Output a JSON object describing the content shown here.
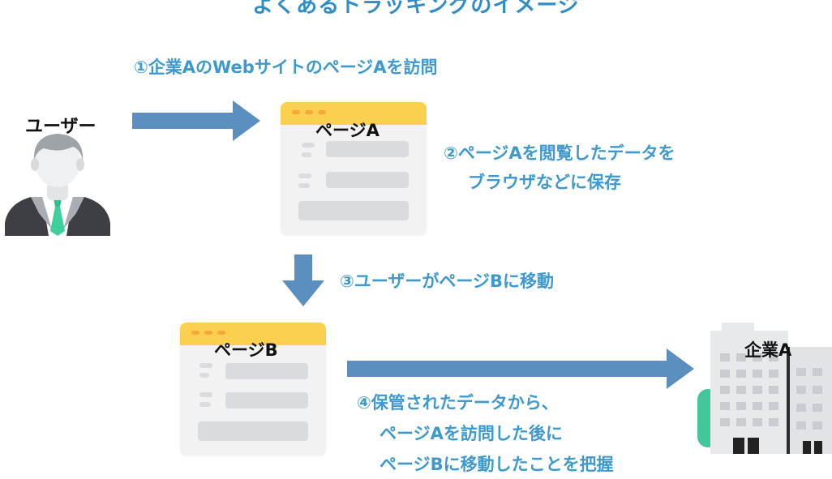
{
  "title": "よくあるトラッキングのイメージ",
  "steps": {
    "step1": "①企業AのWebサイトのページAを訪問",
    "step2_line1": "②ページAを閲覧したデータを",
    "step2_line2": "ブラウザなどに保存",
    "step3": "③ユーザーがページBに移動",
    "step4_line1": "④保管されたデータから、",
    "step4_line2": "ページAを訪問した後に",
    "step4_line3": "ページBに移動したことを把握"
  },
  "user_label": "ユーザー",
  "page_a_label": "ページA",
  "page_b_label": "ページB",
  "company_label": "企業A",
  "colors": {
    "accent_text": "#3d99cf",
    "arrow": "#5b8fbf",
    "window_header": "#fbd04f",
    "window_body": "#f2f2f2",
    "building_green": "#43c79a",
    "tie_green": "#3ecf9a"
  }
}
